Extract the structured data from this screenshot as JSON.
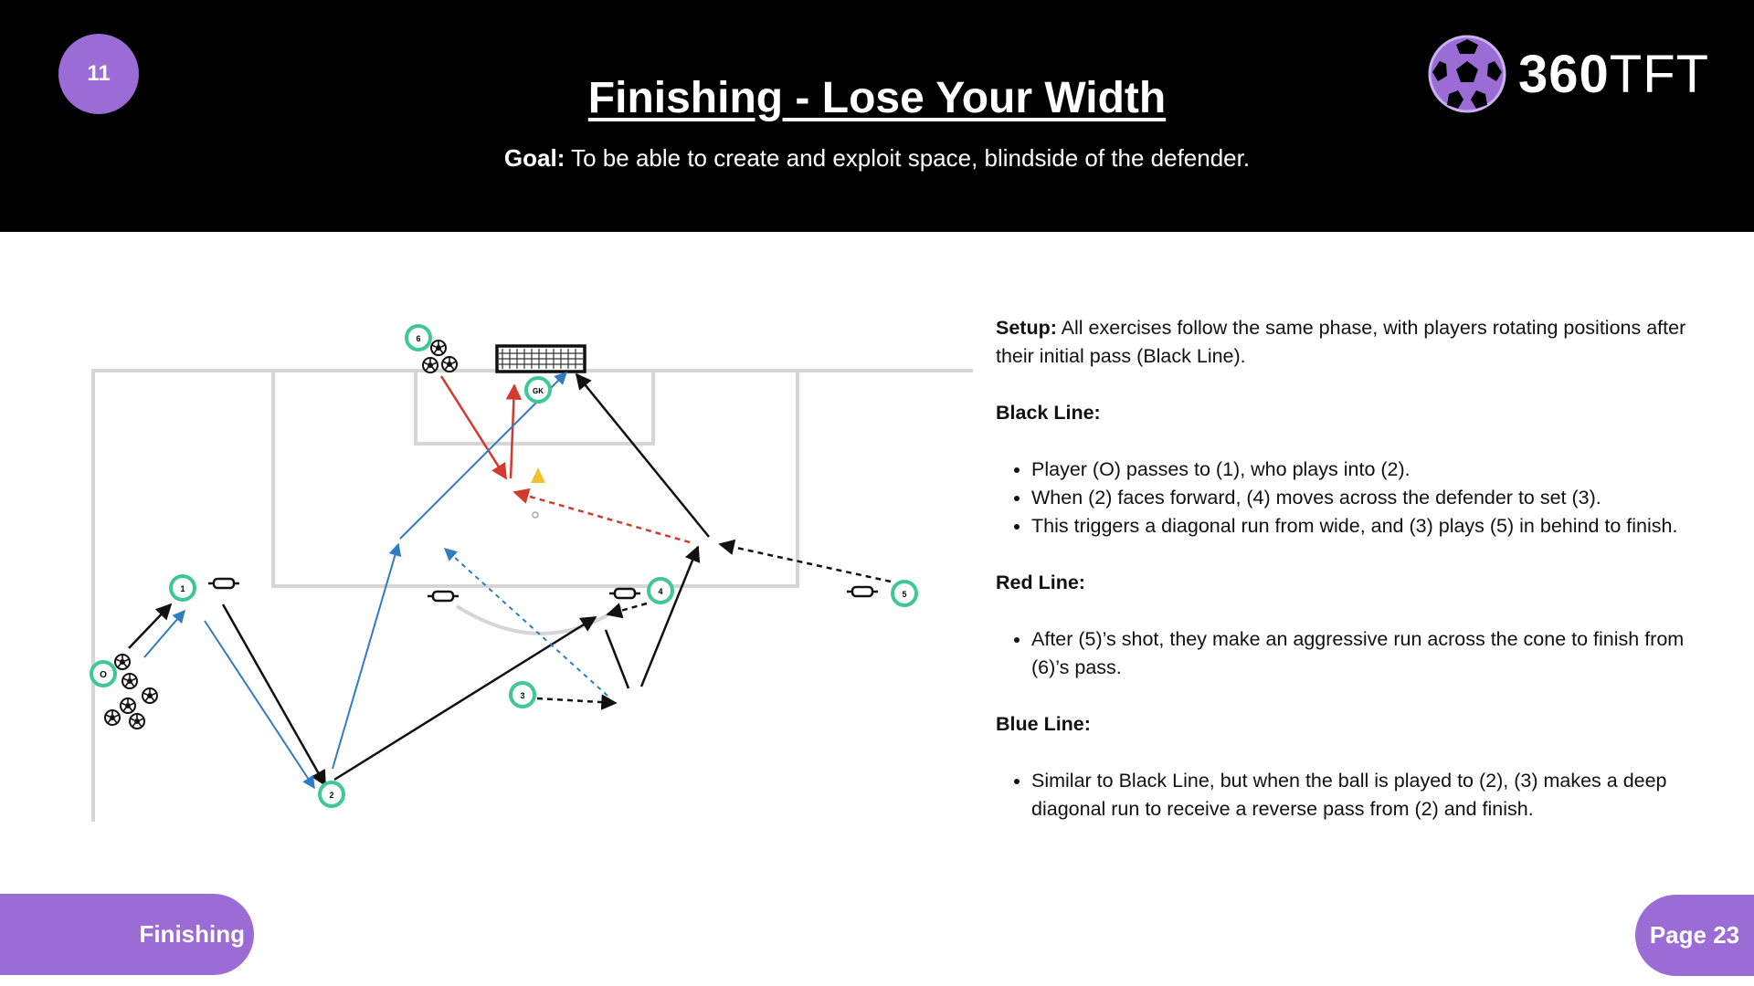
{
  "header": {
    "session_number": "11",
    "title": "Finishing - Lose Your Width",
    "goal_label": "Goal:",
    "goal_text": " To be able to create and exploit space, blindside of the defender."
  },
  "logo": {
    "text_bold": "360",
    "text_light": "TFT"
  },
  "diagram": {
    "players": [
      "O",
      "1",
      "2",
      "3",
      "4",
      "5",
      "6",
      "GK"
    ],
    "colors": {
      "black_line": "#111111",
      "red_line": "#d33a2c",
      "blue_line": "#2f7bc4",
      "player_ring": "#3fc79a",
      "cone": "#f2c12e"
    }
  },
  "notes": {
    "setup_label": "Setup:",
    "setup_text": " All exercises follow the same phase, with players rotating positions after their initial pass (Black Line).",
    "black_heading": "Black Line:",
    "black_items": [
      "Player (O) passes to (1), who plays into (2).",
      "When (2) faces forward, (4) moves across the defender to set (3).",
      "This triggers a diagonal run from wide, and (3) plays (5) in behind to finish."
    ],
    "red_heading": "Red Line:",
    "red_items": [
      "After (5)’s shot, they make an aggressive run across the cone to finish from (6)’s pass."
    ],
    "blue_heading": "Blue Line:",
    "blue_items": [
      "Similar to Black Line, but when the ball is played to (2), (3) makes a deep diagonal run to receive a reverse pass from (2) and finish."
    ]
  },
  "footer": {
    "section": "Finishing",
    "page": "Page 23"
  }
}
